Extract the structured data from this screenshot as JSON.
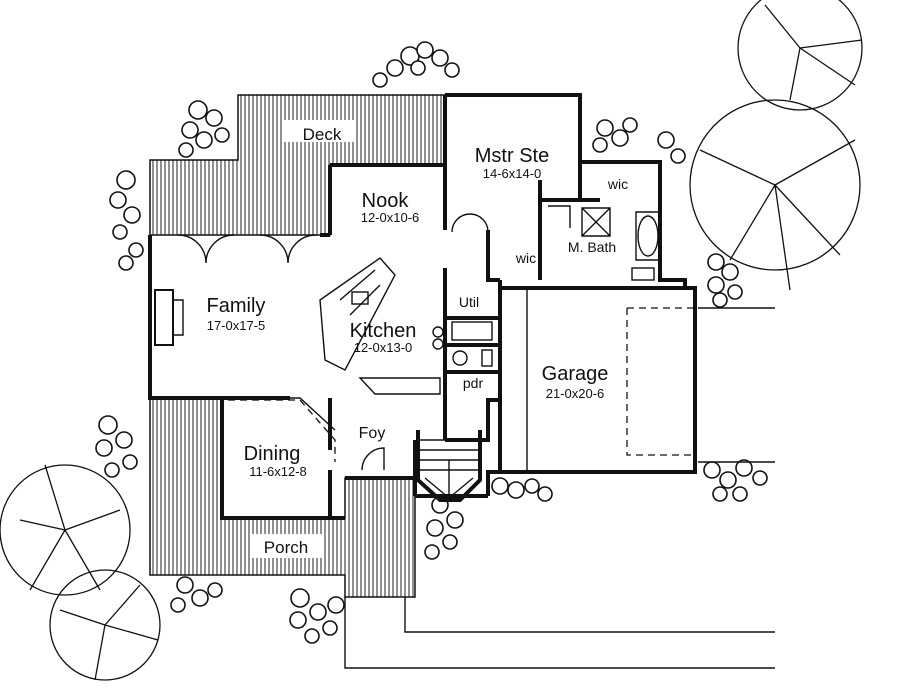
{
  "rooms": {
    "deck": {
      "name": "Deck"
    },
    "mstr_ste": {
      "name": "Mstr Ste",
      "dim": "14-6x14-0"
    },
    "wic_top": {
      "name": "wic"
    },
    "nook": {
      "name": "Nook",
      "dim": "12-0x10-6"
    },
    "wic_left": {
      "name": "wic"
    },
    "m_bath": {
      "name": "M. Bath"
    },
    "family": {
      "name": "Family",
      "dim": "17-0x17-5"
    },
    "util": {
      "name": "Util"
    },
    "kitchen": {
      "name": "Kitchen",
      "dim": "12-0x13-0"
    },
    "garage": {
      "name": "Garage",
      "dim": "21-0x20-6"
    },
    "pdr": {
      "name": "pdr"
    },
    "foy": {
      "name": "Foy"
    },
    "dining": {
      "name": "Dining",
      "dim": "11-6x12-8"
    },
    "porch": {
      "name": "Porch"
    }
  },
  "colors": {
    "line": "#111111",
    "background": "#ffffff"
  }
}
